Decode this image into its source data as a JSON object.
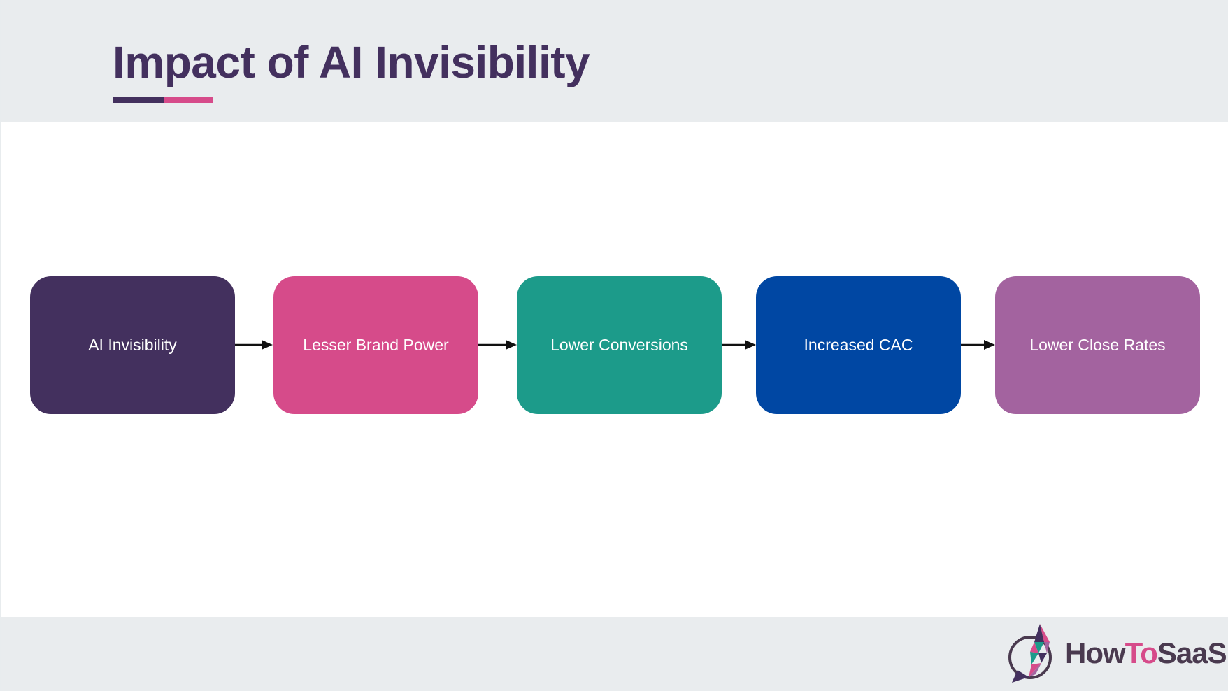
{
  "slide": {
    "title": "Impact of AI Invisibility"
  },
  "flow": {
    "steps": [
      {
        "label": "AI Invisibility",
        "color": "#43305e"
      },
      {
        "label": "Lesser Brand Power",
        "color": "#d64b8a"
      },
      {
        "label": "Lower Conversions",
        "color": "#1c9b8a"
      },
      {
        "label": "Increased CAC",
        "color": "#0047a3"
      },
      {
        "label": "Lower Close Rates",
        "color": "#a3639f"
      }
    ],
    "arrow_color": "#111111"
  },
  "logo": {
    "how": "How",
    "to": "To",
    "saas": "SaaS"
  },
  "colors": {
    "header_bg": "#e9ecee",
    "title": "#43305e",
    "accent": "#d64b8a"
  }
}
